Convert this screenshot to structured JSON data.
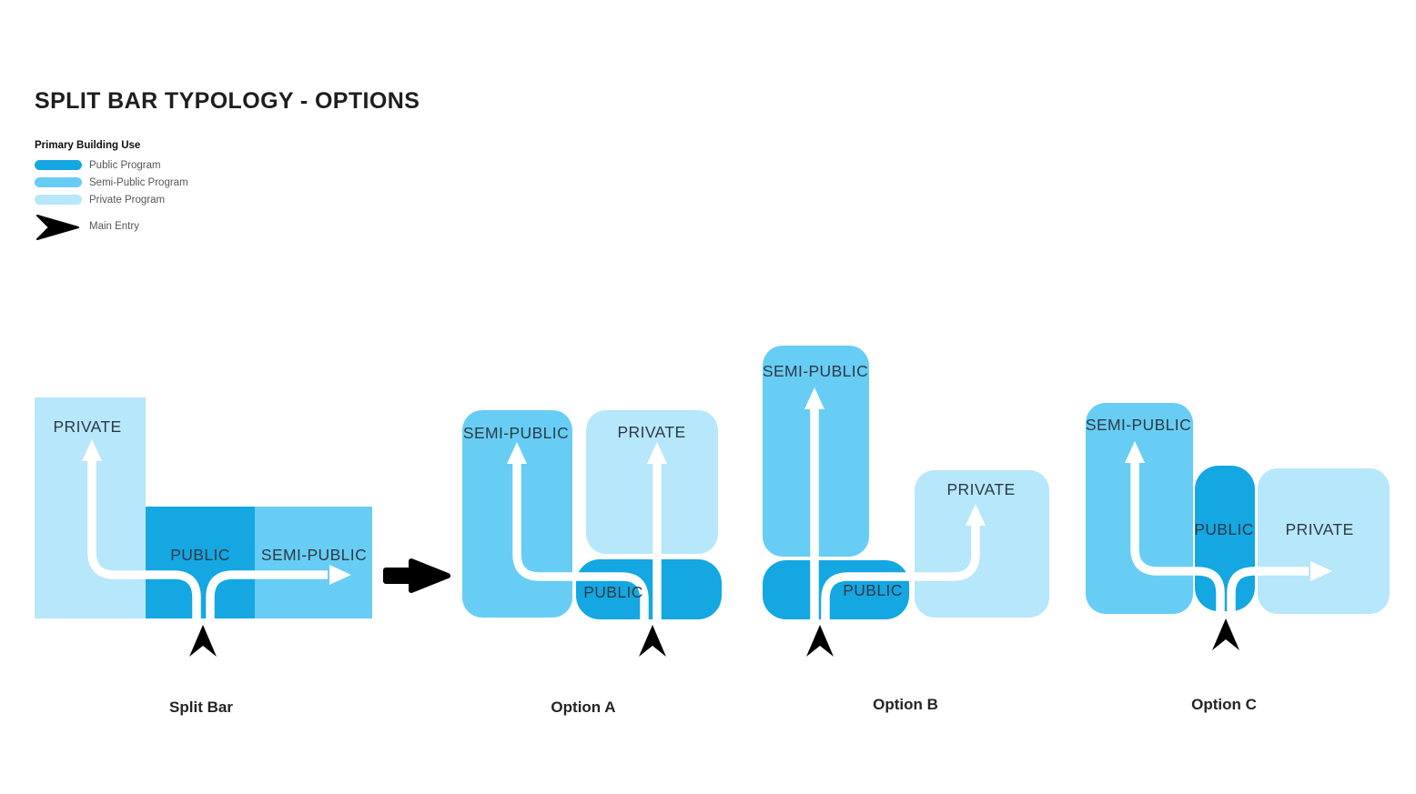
{
  "title": "SPLIT BAR TYPOLOGY - OPTIONS",
  "colors": {
    "public": "#14A7E2",
    "semi_public": "#67CDF4",
    "private": "#B7E7FA",
    "entry": "#000000",
    "block_label": "#2D3A46"
  },
  "legend": {
    "heading": "Primary Building Use",
    "items": [
      {
        "label": "Public Program"
      },
      {
        "label": "Semi-Public Program"
      },
      {
        "label": "Private Program"
      }
    ],
    "entry_label": "Main Entry"
  },
  "diagrams": [
    {
      "caption": "Split Bar",
      "blocks": {
        "private": "PRIVATE",
        "public": "PUBLIC",
        "semi_public": "SEMI-PUBLIC"
      }
    },
    {
      "caption": "Option A",
      "blocks": {
        "semi_public": "SEMI-PUBLIC",
        "private": "PRIVATE",
        "public": "PUBLIC"
      }
    },
    {
      "caption": "Option B",
      "blocks": {
        "semi_public": "SEMI-PUBLIC",
        "public": "PUBLIC",
        "private": "PRIVATE"
      }
    },
    {
      "caption": "Option C",
      "blocks": {
        "semi_public": "SEMI-PUBLIC",
        "public": "PUBLIC",
        "private": "PRIVATE"
      }
    }
  ]
}
